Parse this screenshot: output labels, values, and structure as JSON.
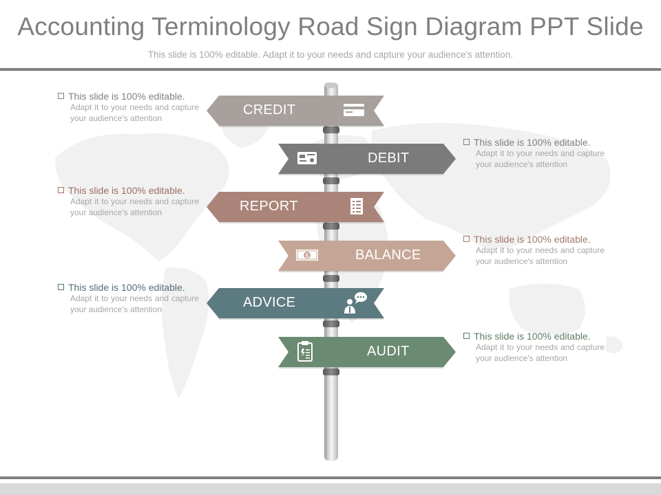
{
  "slide": {
    "title": "Accounting Terminology Road Sign Diagram PPT Slide",
    "subtitle": "This slide is 100% editable. Adapt it to your needs and capture your audience's attention."
  },
  "signs": [
    {
      "label": "CREDIT",
      "direction": "left",
      "color": "#a7a09c",
      "icon": "credit-card-icon"
    },
    {
      "label": "DEBIT",
      "direction": "right",
      "color": "#7b7b7b",
      "icon": "bank-card-icon"
    },
    {
      "label": "REPORT",
      "direction": "left",
      "color": "#aa8478",
      "icon": "checklist-icon"
    },
    {
      "label": "BALANCE",
      "direction": "right",
      "color": "#c5a696",
      "icon": "banknote-icon"
    },
    {
      "label": "ADVICE",
      "direction": "left",
      "color": "#5c7b81",
      "icon": "speech-person-icon"
    },
    {
      "label": "AUDIT",
      "direction": "right",
      "color": "#6b8a72",
      "icon": "clipboard-icon"
    }
  ],
  "notes": [
    {
      "heading": "This slide is 100% editable.",
      "body": "Adapt it to your needs and capture your audience's attention",
      "color": "#7f7f7f"
    },
    {
      "heading": "This slide is 100% editable.",
      "body": "Adapt it to your needs and capture your audience's attention",
      "color": "#7f7f7f"
    },
    {
      "heading": "This slide is 100% editable.",
      "body": "Adapt it to your needs and capture your audience's attention",
      "color": "#9b6f63"
    },
    {
      "heading": "This slide is 100% editable.",
      "body": "Adapt it to your needs and capture your audience's attention",
      "color": "#a07a68"
    },
    {
      "heading": "This slide is 100% editable.",
      "body": "Adapt it to your needs and capture your audience's attention",
      "color": "#4f6f76"
    },
    {
      "heading": "This slide is 100% editable.",
      "body": "Adapt it to your needs and capture your audience's attention",
      "color": "#5d7d64"
    }
  ]
}
